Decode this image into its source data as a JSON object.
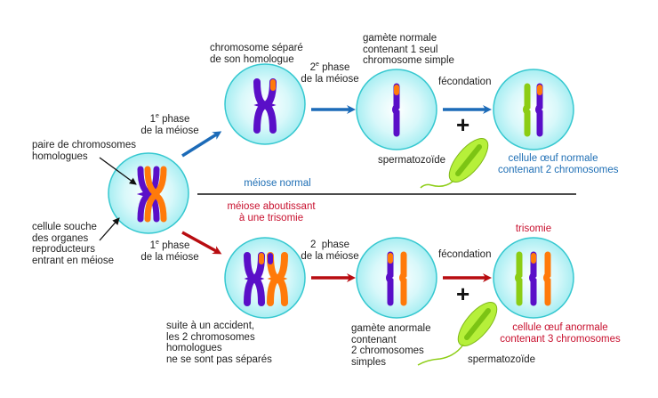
{
  "diagram": {
    "title": "Méiose normale et méiose aboutissant à une trisomie",
    "colors": {
      "chromosome_maternal": "#5a0fc8",
      "chromosome_paternal_orange": "#ff7a0a",
      "chromosome_sperm": "#8ccd14",
      "cell_fill": "#c8f5f8",
      "cell_border": "#36c8d0",
      "normal_arrow": "#1c6bb8",
      "trisomy_arrow": "#b80c10",
      "normal_text": "#1f6fb5",
      "trisomy_text": "#c8102e"
    },
    "start": {
      "pair_label": "paire de chromosomes\nhomologues",
      "cell_label": "cellule souche\ndes organes\nreproducteurs\nentrant en méiose"
    },
    "normal": {
      "section_label": "méiose normal",
      "phase1_num": "1",
      "phase1_sup": "e",
      "phase1_text": " phase\nde la méiose",
      "cell1_label": "chromosome séparé\nde son homologue",
      "phase2_num": "2",
      "phase2_sup": "e",
      "phase2_text": " phase\nde la méiose",
      "gamete_label": "gamète normale\ncontenant 1 seul\nchromosome simple",
      "fertilization_label": "fécondation",
      "plus": "+",
      "sperm_label": "spermatozoïde",
      "egg_label": "cellule œuf normale\ncontenant 2 chromosomes"
    },
    "trisomy": {
      "section_label": "méiose aboutissant\nà une trisomie",
      "phase1_num": "1",
      "phase1_sup": "e",
      "phase1_text": " phase\nde la méiose",
      "cell1_label": "suite à un accident,\nles 2 chromosomes\nhomologues\nne se sont pas séparés",
      "phase2_text": "2  phase\nde la méiose",
      "gamete_label": "gamète anormale\ncontenant\n2 chromosomes\nsimples",
      "fertilization_label": "fécondation",
      "plus": "+",
      "sperm_label": "spermatozoïde",
      "result_title": "trisomie",
      "egg_label": "cellule œuf anormale\ncontenant 3 chromosomes"
    }
  }
}
